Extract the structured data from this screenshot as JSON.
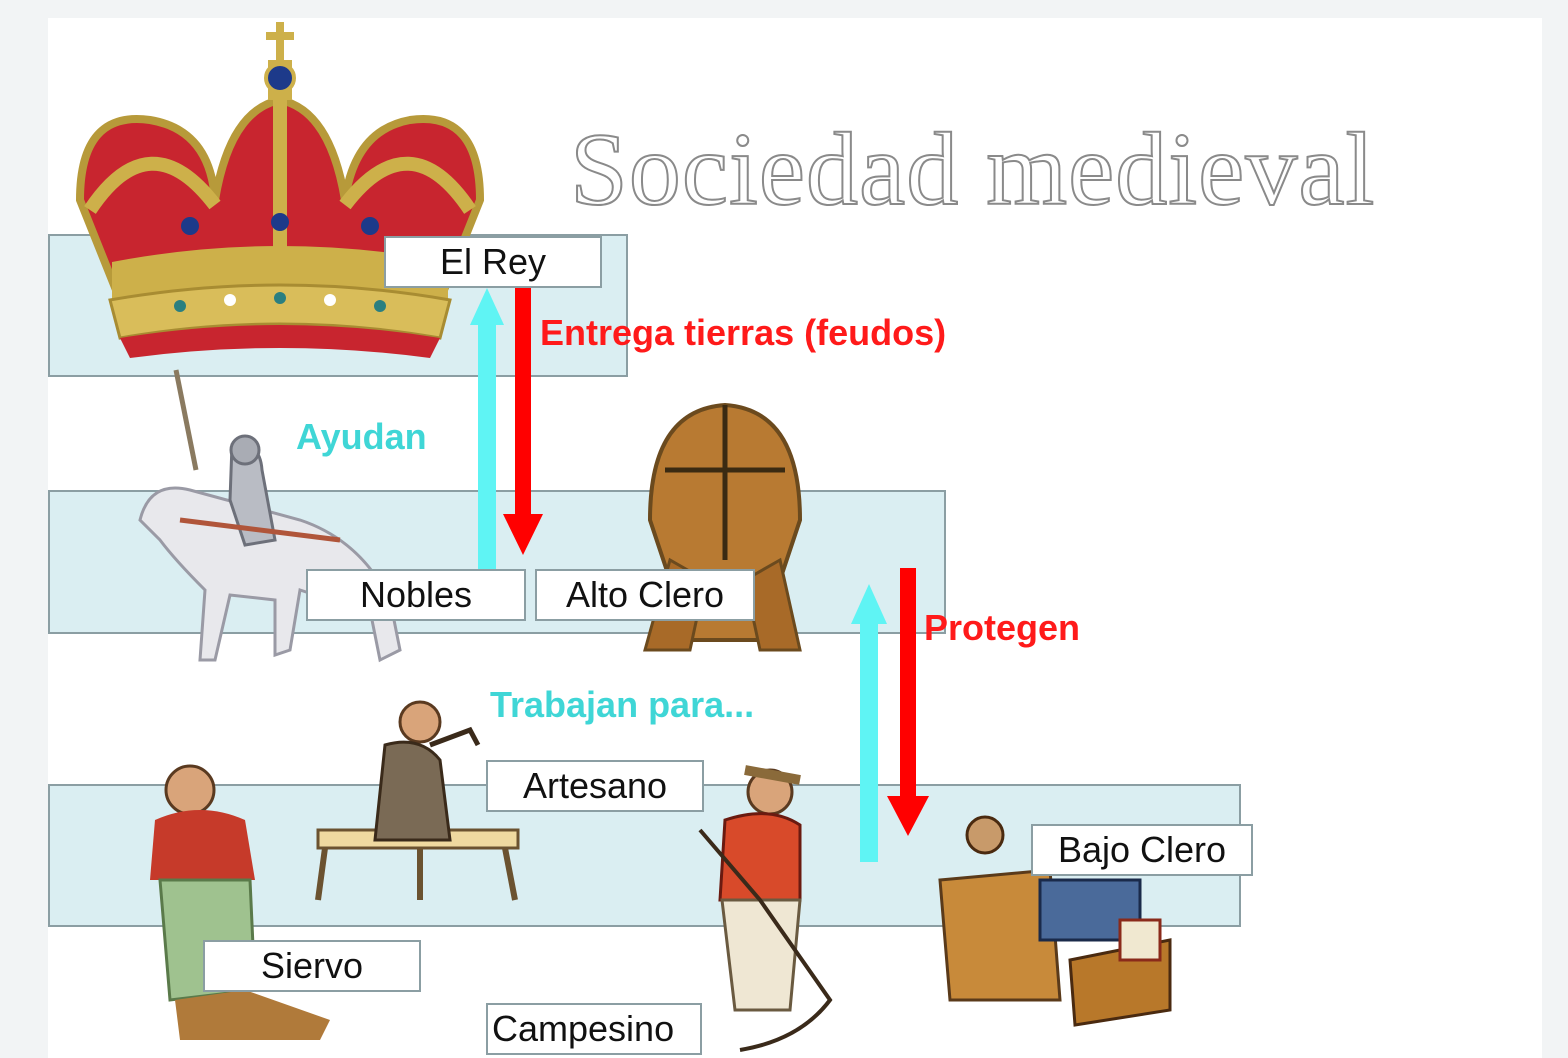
{
  "title": "Sociedad medieval",
  "colors": {
    "band": "#daeef2",
    "help_arrow": "#5ff4f4",
    "protect_arrow": "#ff0000",
    "help_text": "#3fd6d6",
    "protect_text": "#ff1a1a"
  },
  "groups": {
    "rey": "El Rey",
    "nobles": "Nobles",
    "alto_clero": "Alto Clero",
    "artesano": "Artesano",
    "siervo": "Siervo",
    "campesino": "Campesino",
    "bajo_clero": "Bajo Clero"
  },
  "relations": {
    "entrega": "Entrega tierras (feudos)",
    "ayudan": "Ayudan",
    "protegen": "Protegen",
    "trabajan": "Trabajan para..."
  },
  "illustrations": [
    "crown-icon",
    "knight-on-horse-icon",
    "mitre-icon",
    "serf-icon",
    "artisan-icon",
    "peasant-with-scythe-icon",
    "cleric-at-desk-icon"
  ]
}
